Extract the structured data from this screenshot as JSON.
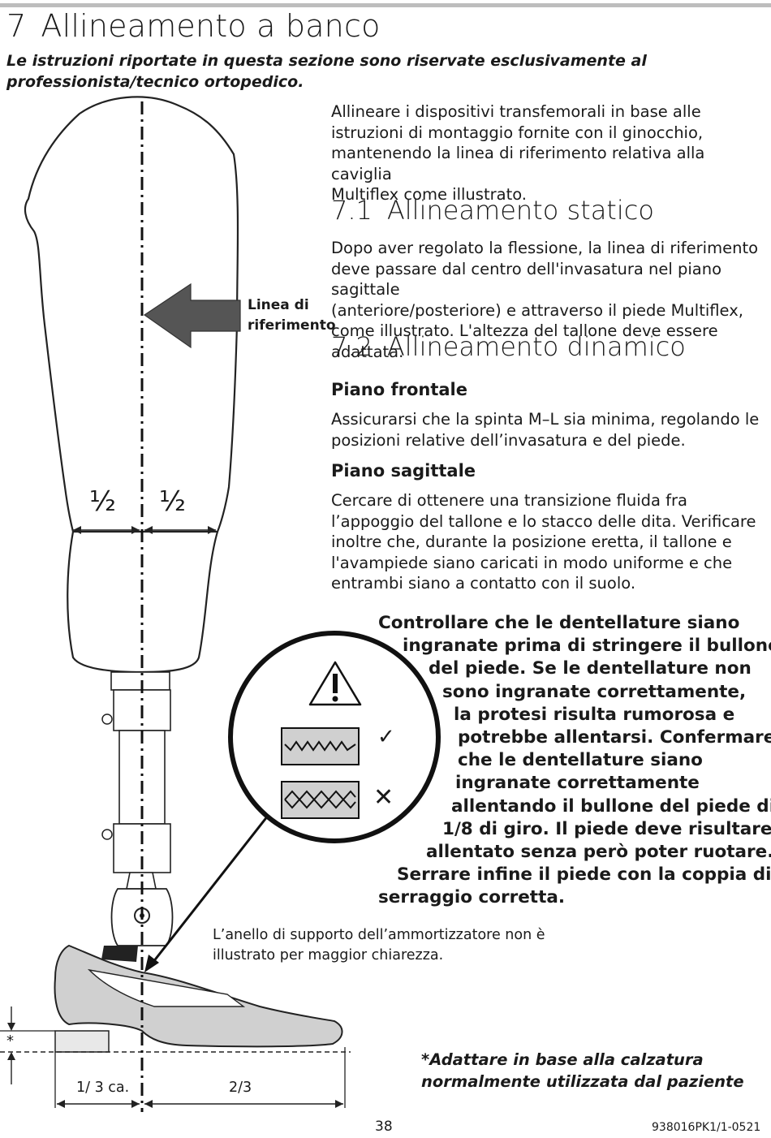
{
  "section": {
    "number": "7",
    "title": "Allineamento a banco"
  },
  "intro": "Le istruzioni riportate in questa sezione sono riservate esclusivamente al professionista/tecnico ortopedico.",
  "intro_para": [
    "Allineare i dispositivi transfemorali in base alle",
    "istruzioni di montaggio fornite con il ginocchio,",
    "mantenendo la linea di riferimento relativa alla caviglia",
    "Multiflex come illustrato."
  ],
  "s71": {
    "number": "7.1",
    "title": "Allineamento statico",
    "lines": [
      "Dopo aver regolato la flessione, la linea di riferimento",
      "deve passare dal centro dell'invasatura nel piano sagittale",
      "(anteriore/posteriore) e attraverso il piede Multiflex,",
      "come illustrato. L'altezza del tallone deve essere adattata."
    ]
  },
  "s72": {
    "number": "7.2",
    "title": "Allineamento dinamico",
    "frontal": {
      "heading": "Piano frontale",
      "lines": [
        "Assicurarsi che la spinta M–L sia minima, regolando le",
        "posizioni relative dell’invasatura e del piede."
      ]
    },
    "sagittal": {
      "heading": "Piano sagittale",
      "lines": [
        "Cercare di ottenere una transizione fluida fra",
        "l’appoggio del tallone e lo stacco delle dita. Verificare",
        "inoltre che, durante la posizione eretta, il tallone e",
        "l'avampiede siano caricati in modo uniforme e che",
        "entrambi siano a contatto con il suolo."
      ]
    }
  },
  "warning_lines": [
    "Controllare che le dentellature siano",
    "ingranate prima di stringere il bullone",
    "del piede. Se le dentellature non",
    "sono ingranate correttamente,",
    "la protesi risulta rumorosa e",
    "potrebbe allentarsi. Confermare",
    "che le dentellature siano",
    "ingranate correttamente",
    "allentando il bullone del piede di",
    "1/8 di giro. Il piede deve risultare",
    "allentato senza però poter ruotare.",
    "Serrare infine il piede con la coppia di",
    "serraggio corretta."
  ],
  "figure": {
    "reference_label": [
      "Linea di",
      "riferimento"
    ],
    "half_left": "½",
    "half_right": "½",
    "check_mark": "✓",
    "cross_mark": "✕",
    "asterisk": "*",
    "dim_left": "1/ 3 ca.",
    "dim_right": "2/3",
    "icons": [
      "warning-triangle-icon",
      "teeth-engaged-icon",
      "teeth-misaligned-icon"
    ]
  },
  "caption": [
    "L’anello di supporto dell’ammortizzatore non è",
    "illustrato per maggior chiarezza."
  ],
  "footnote": [
    "*Adattare in base alla calzatura",
    "normalmente utilizzata dal paziente"
  ],
  "page_number": "38",
  "doc_id": "938016PK1/1-0521"
}
